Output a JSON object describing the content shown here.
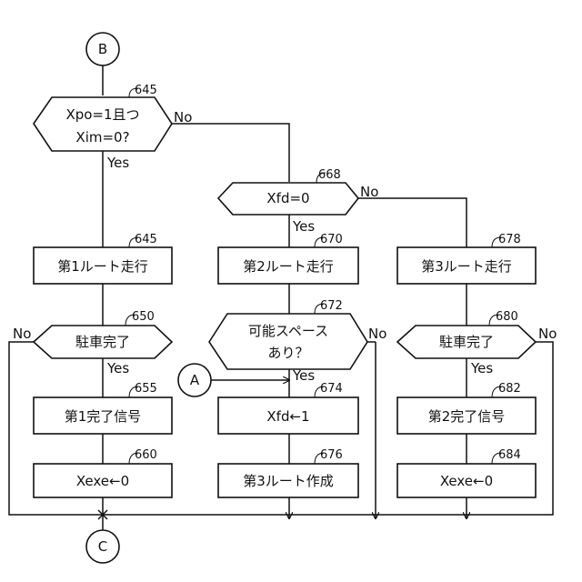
{
  "connectors": {
    "B": "B",
    "A": "A",
    "C": "C"
  },
  "steps": {
    "s645d": {
      "num": "645",
      "line1": "Xpo=1且つ",
      "line2": "Xim=0?"
    },
    "s668": {
      "num": "668",
      "text": "Xfd=0"
    },
    "s645p": {
      "num": "645",
      "text": "第1ルート走行"
    },
    "s670": {
      "num": "670",
      "text": "第2ルート走行"
    },
    "s678": {
      "num": "678",
      "text": "第3ルート走行"
    },
    "s650": {
      "num": "650",
      "text": "駐車完了"
    },
    "s672": {
      "num": "672",
      "line1": "可能スペース",
      "line2": "あり？"
    },
    "s680": {
      "num": "680",
      "text": "駐車完了"
    },
    "s655": {
      "num": "655",
      "text": "第1完了信号"
    },
    "s674": {
      "num": "674",
      "text": "Xfd←1"
    },
    "s682": {
      "num": "682",
      "text": "第2完了信号"
    },
    "s660": {
      "num": "660",
      "text": "Xexe←0"
    },
    "s676": {
      "num": "676",
      "text": "第3ルート作成"
    },
    "s684": {
      "num": "684",
      "text": "Xexe←0"
    }
  },
  "branch_labels": {
    "yes": "Yes",
    "no": "No"
  }
}
